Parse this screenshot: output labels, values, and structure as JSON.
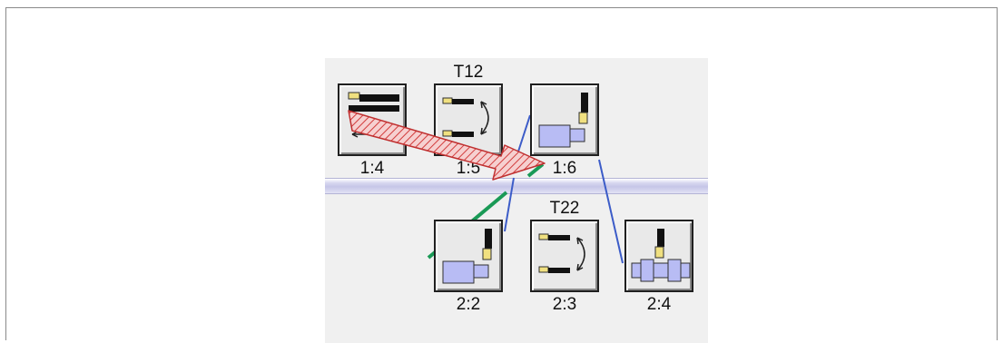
{
  "steps": {
    "s14": {
      "label": "1:4",
      "icon": "tool-swap-icon"
    },
    "s15": {
      "label": "1:5",
      "tool": "T12",
      "icon": "tool-change-icon"
    },
    "s16": {
      "label": "1:6",
      "icon": "spindle-icon"
    },
    "s22": {
      "label": "2:2",
      "icon": "spindle-icon"
    },
    "s23": {
      "label": "2:3",
      "tool": "T22",
      "icon": "tool-change-icon"
    },
    "s24": {
      "label": "2:4",
      "icon": "double-spindle-icon"
    }
  },
  "colors": {
    "track": "#c6c6e8",
    "link_blue": "#3c5cc8",
    "link_green": "#1a9a56",
    "arrow_red": "#d23c3c"
  }
}
